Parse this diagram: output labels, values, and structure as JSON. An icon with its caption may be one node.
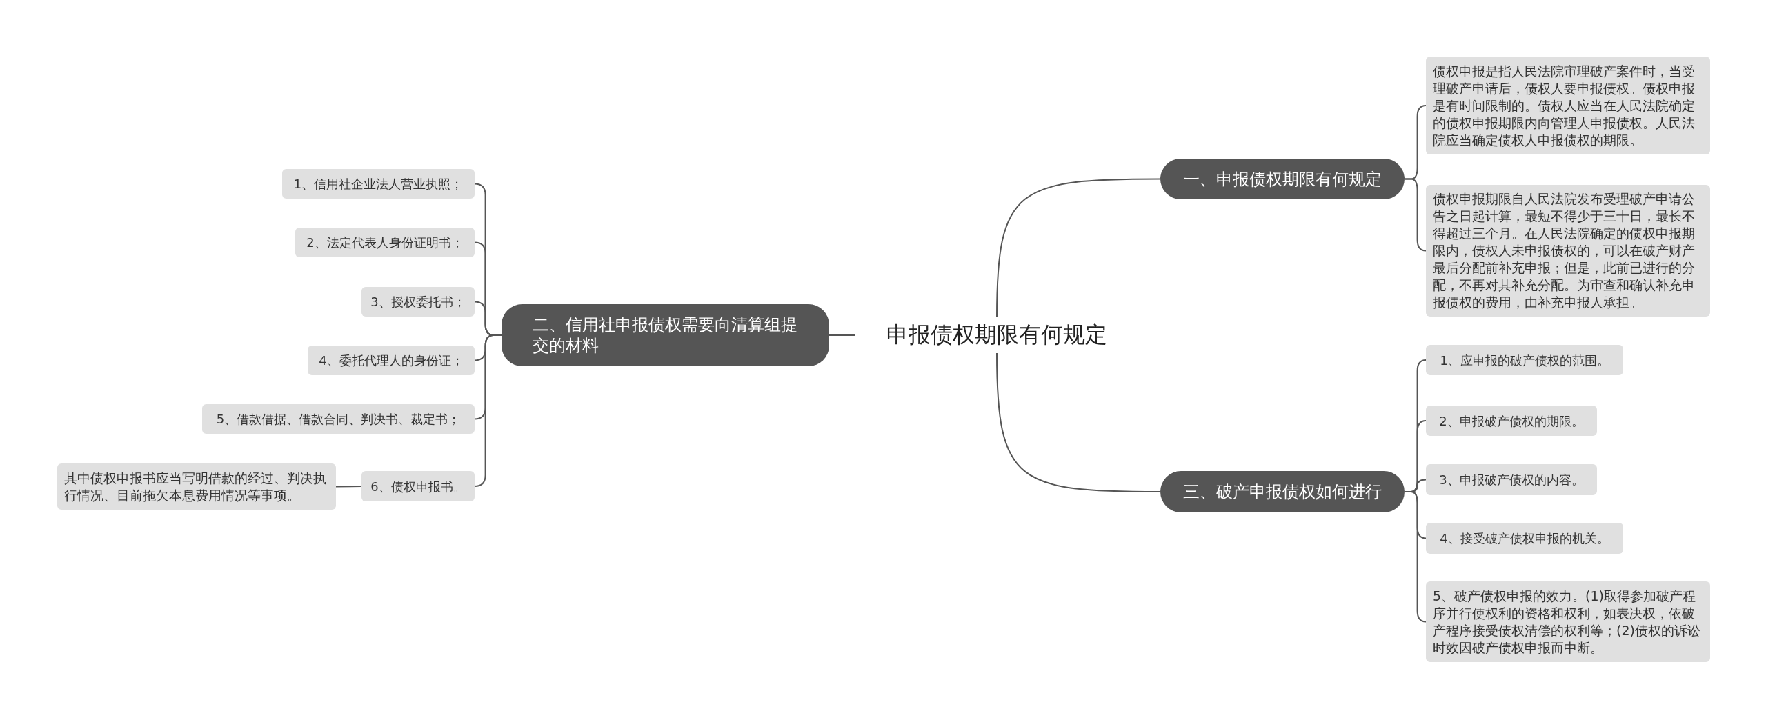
{
  "diagram": {
    "nodes": [
      {
        "text": [
          "申报债权期限有何规定"
        ]
      },
      {
        "text": [
          "一、申报债权期限有何规定"
        ]
      },
      {
        "text": [
          "债权申报是指人民法院审理破产案件时，当受理破产申请后，债权人要申报债权。债权申报是有时间限制的。债权人应当在人民法院确定的债权申报期限内向管理人申报债权。人民法院应当确定债权人申报债权的期限。"
        ]
      },
      {
        "text": [
          "债权申报期限自人民法院发布受理破产申请公告之日起计算，最短不得少于三十日，最长不得超过三个月。在人民法院确定的债权申报期限内，债权人未申报债权的，可以在破产财产最后分配前补充申报；但是，此前已进行的分配，不再对其补充分配。为审查和确认补充申报债权的费用，由补充申报人承担。"
        ]
      },
      {
        "text": [
          "二、信用社申报债权需要向清算组提交的材料"
        ]
      },
      {
        "text": [
          "1、信用社企业法人营业执照；"
        ]
      },
      {
        "text": [
          "2、法定代表人身份证明书；"
        ]
      },
      {
        "text": [
          "3、授权委托书；"
        ]
      },
      {
        "text": [
          "4、委托代理人的身份证；"
        ]
      },
      {
        "text": [
          "5、借款借据、借款合同、判决书、裁定书；"
        ]
      },
      {
        "text": [
          "6、债权申报书。"
        ]
      },
      {
        "text": [
          "其中债权申报书应当写明借款的经过、判决执行情况、目前拖欠本息费用情况等事项。"
        ]
      },
      {
        "text": [
          "三、破产申报债权如何进行"
        ]
      },
      {
        "text": [
          "1、应申报的破产债权的范围。"
        ]
      },
      {
        "text": [
          "2、申报破产债权的期限。"
        ]
      },
      {
        "text": [
          "3、申报破产债权的内容。"
        ]
      },
      {
        "text": [
          "4、接受破产债权申报的机关。"
        ]
      },
      {
        "text": [
          "5、破产债权申报的效力。(1)取得参加破产程序并行使权利的资格和权利，如表决权，依破产程序接受债权清偿的权利等；(2)债权的诉讼时效因破产债权申报而中断。"
        ]
      }
    ],
    "edges": [
      {
        "from": 0,
        "to": 1,
        "arrow": "none"
      },
      {
        "from": 1,
        "to": 2,
        "arrow": "none"
      },
      {
        "from": 1,
        "to": 3,
        "arrow": "none"
      },
      {
        "from": 0,
        "to": 4,
        "arrow": "none"
      },
      {
        "from": 4,
        "to": 5,
        "arrow": "none"
      },
      {
        "from": 4,
        "to": 6,
        "arrow": "none"
      },
      {
        "from": 4,
        "to": 7,
        "arrow": "none"
      },
      {
        "from": 4,
        "to": 8,
        "arrow": "none"
      },
      {
        "from": 4,
        "to": 9,
        "arrow": "none"
      },
      {
        "from": 4,
        "to": 10,
        "arrow": "none"
      },
      {
        "from": 10,
        "to": 11,
        "arrow": "none"
      },
      {
        "from": 0,
        "to": 12,
        "arrow": "none"
      },
      {
        "from": 12,
        "to": 13,
        "arrow": "none"
      },
      {
        "from": 12,
        "to": 14,
        "arrow": "none"
      },
      {
        "from": 12,
        "to": 15,
        "arrow": "none"
      },
      {
        "from": 12,
        "to": 16,
        "arrow": "none"
      },
      {
        "from": 12,
        "to": 17,
        "arrow": "none"
      }
    ]
  }
}
